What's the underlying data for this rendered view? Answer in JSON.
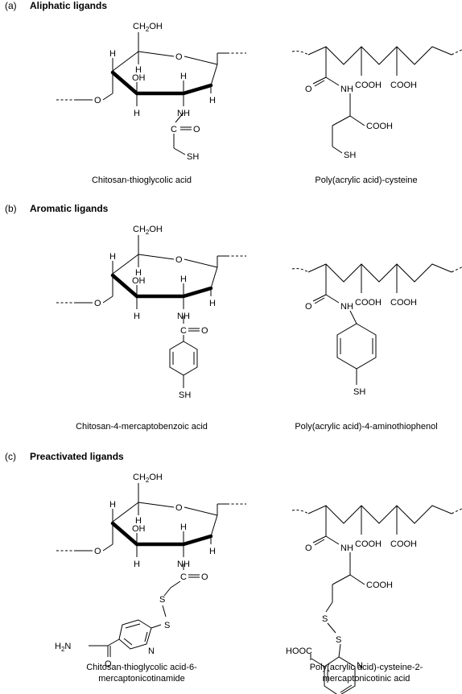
{
  "sections": [
    {
      "letter": "(a)",
      "title": "Aliphatic ligands"
    },
    {
      "letter": "(b)",
      "title": "Aromatic ligands"
    },
    {
      "letter": "(c)",
      "title": "Preactivated ligands"
    }
  ],
  "captions": {
    "a_left": "Chitosan-thioglycolic acid",
    "a_right": "Poly(acrylic acid)-cysteine",
    "b_left": "Chitosan-4-mercaptobenzoic acid",
    "b_right": "Poly(acrylic acid)-4-aminothiophenol",
    "c_left_line1": "Chitosan-thioglycolic acid-6-",
    "c_left_line2": "mercaptonicotinamide",
    "c_right_line1": "Poly(acrylic acid)-cysteine-2-",
    "c_right_line2": "mercaptonicotinic acid"
  },
  "atoms": {
    "ch2": "CH",
    "sub2": "2",
    "oh": "OH",
    "o": "O",
    "h": "H",
    "nh": "NH",
    "c": "C",
    "sh": "SH",
    "s": "S",
    "n": "N",
    "cooh": "COOH",
    "hooc": "HOOC",
    "h2n": "H",
    "h2n_rest": "N"
  }
}
